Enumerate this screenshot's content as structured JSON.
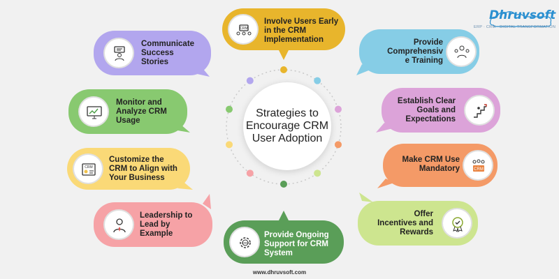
{
  "logo": {
    "name": "Dhruvsoft",
    "tagline": "ERP · CRM · DIGITAL TRANSFORMATION"
  },
  "center": {
    "title": "Strategies to\nEncourage CRM\nUser Adoption"
  },
  "footer": {
    "url": "www.dhruvsoft.com"
  },
  "strategies": [
    {
      "label": "Involve Users Early\nin the CRM\nImplementation",
      "color": "#e8b52c",
      "icon": "crm-team-icon"
    },
    {
      "label": "Provide\nComprehensiv\ne Training",
      "color": "#86cde6",
      "icon": "training-icon"
    },
    {
      "label": "Establish Clear\nGoals and\nExpectations",
      "color": "#dca3d9",
      "icon": "goals-stairs-icon"
    },
    {
      "label": "Make CRM Use\nMandatory",
      "color": "#f49a67",
      "icon": "crm-mandatory-icon"
    },
    {
      "label": "Offer\nIncentives and\nRewards",
      "color": "#cde58f",
      "icon": "award-badge-icon"
    },
    {
      "label": "Provide Ongoing\nSupport for CRM\nSystem",
      "color": "#5a9e58",
      "icon": "crm-gear-icon"
    },
    {
      "label": "Leadership to\nLead by\nExample",
      "color": "#f6a2a6",
      "icon": "leader-icon"
    },
    {
      "label": "Customize the\nCRM to Align with\nYour Business",
      "color": "#fad977",
      "icon": "crm-customize-icon"
    },
    {
      "label": "Monitor and\nAnalyze CRM\nUsage",
      "color": "#88c970",
      "icon": "monitor-chart-icon"
    },
    {
      "label": "Communicate\nSuccess\nStories",
      "color": "#b2a6ee",
      "icon": "presenter-icon"
    }
  ],
  "ring_dots": [
    "#e8b52c",
    "#86cde6",
    "#dca3d9",
    "#f49a67",
    "#cde58f",
    "#5a9e58",
    "#f6a2a6",
    "#fad977",
    "#88c970",
    "#b2a6ee"
  ]
}
